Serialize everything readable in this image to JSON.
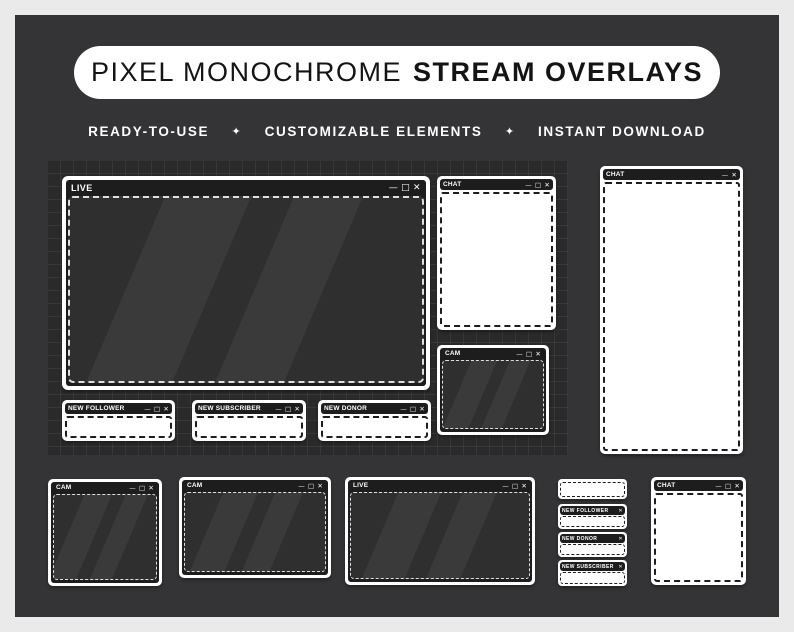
{
  "banner": {
    "title_regular": "PIXEL MONOCHROME",
    "title_bold": "STREAM OVERLAYS"
  },
  "features": {
    "items": [
      "READY-TO-USE",
      "CUSTOMIZABLE ELEMENTS",
      "INSTANT DOWNLOAD"
    ],
    "separator": "✦"
  },
  "window_controls": {
    "minimize": "—",
    "maximize": "□",
    "close": "✕"
  },
  "windows": {
    "live_main": {
      "title": "LIVE"
    },
    "alert_follower": {
      "title": "NEW FOLLOWER"
    },
    "alert_subscriber": {
      "title": "NEW SUBSCRIBER"
    },
    "alert_donor": {
      "title": "NEW DONOR"
    },
    "chat_small": {
      "title": "CHAT"
    },
    "cam_small": {
      "title": "CAM"
    },
    "chat_tall": {
      "title": "CHAT"
    },
    "cam_bottom_1": {
      "title": "CAM"
    },
    "cam_bottom_2": {
      "title": "CAM"
    },
    "live_bottom": {
      "title": "LIVE"
    },
    "mini_alert_2": {
      "title": "NEW FOLLOWER"
    },
    "mini_alert_3": {
      "title": "NEW DONOR"
    },
    "mini_alert_4": {
      "title": "NEW SUBSCRIBER"
    },
    "chat_bottom": {
      "title": "CHAT"
    }
  },
  "colors": {
    "page_border": "#eaeaea",
    "background": "#343335",
    "grid_panel": "#2a2a2a",
    "window_frame": "#ffffff",
    "titlebar": "#1d1d1d",
    "screen": "#2f2f2f"
  }
}
